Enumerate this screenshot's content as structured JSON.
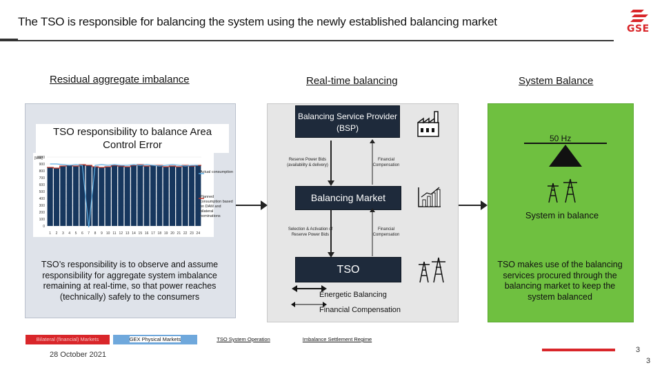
{
  "slide_title": "The TSO is responsible for balancing the system using the newly established balancing market",
  "logo_text": "GSE",
  "columns": {
    "left_heading": "Residual aggregate imbalance",
    "mid_heading": "Real-time balancing",
    "right_heading": "System Balance"
  },
  "left_panel": {
    "responsibility_title": "TSO responsibility to balance Area Control Error",
    "description": "TSO’s responsibility is to observe and assume responsibility for aggregate system imbalance remaining at real-time, so that power reaches (technically) safely to the consumers",
    "chart_legend": {
      "actual": "Actual consumption",
      "planned": "Planned consumption based on DAM and bilateral nominations"
    }
  },
  "mid_panel": {
    "bsp_label": "Balancing Service Provider (BSP)",
    "reserve_bids": "Reserve Power Bids (availability & delivery)",
    "financial_comp_top": "Financial Compensation",
    "market_label": "Balancing Market",
    "selection_label": "Selection & Activation of Reserve Power Bids",
    "financial_comp_bottom": "Financial Compensation",
    "tso_label": "TSO",
    "legend_energetic": "Energetic Balancing",
    "legend_financial": "Financial Compensation"
  },
  "right_panel": {
    "frequency": "50 Hz",
    "balance_label": "System in balance",
    "description": "TSO makes use of the balancing services procured through the balancing market to keep the system balanced"
  },
  "tabs": [
    {
      "label": "Bilateral (financial) Markets",
      "bg": "#d9262a",
      "fg": "#f5c9c9"
    },
    {
      "label": "GEX Physical Markets",
      "bg": "#d9262a",
      "fg": "#f5c9c9"
    },
    {
      "label": "TSO System Operation",
      "bg": "#6fa8dc",
      "fg": "#111111"
    },
    {
      "label": "Imbalance Settlement Regime",
      "bg": "#ffffff",
      "fg": "#111111"
    }
  ],
  "footer": {
    "date": "28 October 2021",
    "page_top": "3",
    "page_bottom": "3"
  },
  "colors": {
    "accent_red": "#d9262a",
    "dark_navy": "#1e2a3b",
    "balance_green": "#6fc040",
    "chart_bar": "#17375e",
    "planned_line": "#c0392b",
    "actual_line": "#5dade2"
  },
  "chart_data": {
    "type": "bar",
    "ylabel": "[MW]",
    "ylim": [
      0,
      1000
    ],
    "ytick_labels": [
      "0",
      "100",
      "200",
      "300",
      "400",
      "500",
      "600",
      "700",
      "800",
      "900",
      "1000"
    ],
    "categories": [
      "1",
      "2",
      "3",
      "4",
      "5",
      "6",
      "7",
      "8",
      "9",
      "10",
      "11",
      "12",
      "13",
      "14",
      "15",
      "16",
      "17",
      "18",
      "19",
      "20",
      "21",
      "22",
      "23",
      "24"
    ],
    "series": [
      {
        "name": "Planned consumption based on DAM and bilateral nominations",
        "values": [
          850,
          840,
          870,
          880,
          870,
          890,
          880,
          860,
          850,
          860,
          880,
          870,
          860,
          880,
          890,
          870,
          880,
          880,
          860,
          870,
          860,
          880,
          870,
          880
        ]
      },
      {
        "name": "Actual consumption",
        "values": [
          900,
          900,
          890,
          880,
          890,
          880,
          -20,
          880,
          890,
          880,
          890,
          880,
          880,
          890,
          880,
          890,
          880,
          870,
          880,
          890,
          880,
          870,
          880,
          880
        ]
      }
    ],
    "legend": "right"
  }
}
